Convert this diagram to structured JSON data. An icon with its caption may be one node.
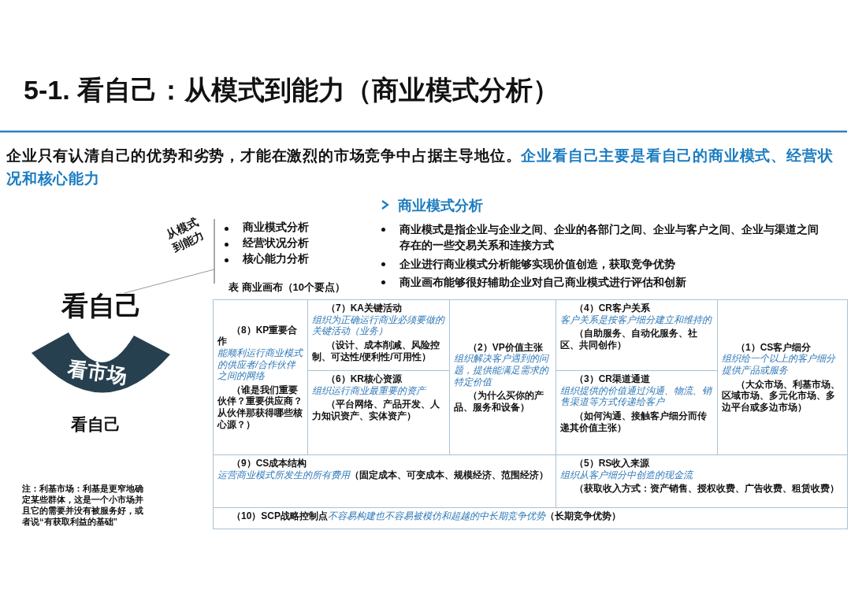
{
  "diagram": {
    "title": "5-1. 看自己：从模式到能力（商业模式分析）",
    "nodes": [
      {
        "text": [
          "表 商业画布（10个要点）"
        ]
      },
      {
        "text": [
          "（8）KP重要合作",
          "能顺利运行商业模式的供应者/合作伙伴之间的网络",
          "（谁是我们重要伙伴？重要供应商？从伙伴那获得哪些核心源？）"
        ],
        "in": 0
      },
      {
        "text": [
          "（7）KA关键活动",
          "组织为正确运行商业必须要做的关键活动（业务）",
          "（设计、成本削减、风险控制、可达性/便利性/可用性）"
        ],
        "in": 0
      },
      {
        "text": [
          "（6）KR核心资源",
          "组织运行商业最重要的资产",
          "（平台网络、产品开发、人力知识资产、实体资产）"
        ],
        "in": 0
      },
      {
        "text": [
          "（2）VP价值主张",
          "组织解决客户遇到的问题，提供能满足需求的特定价值",
          "（为什么买你的产品、服务和设备）"
        ],
        "in": 0
      },
      {
        "text": [
          "（4）CR客户关系",
          "客户关系是按客户细分建立和维持的",
          "（自助服务、自动化服务、社区、共同创作）"
        ],
        "in": 0
      },
      {
        "text": [
          "（3）CR渠道通道",
          "组织提供的价值通过沟通、物流、销售渠道等方式传递给客户",
          "（如何沟通、接触客户细分而传递其价值主张）"
        ],
        "in": 0
      },
      {
        "text": [
          "（1）CS客户细分",
          "组织给一个以上的客户细分提供产品或服务",
          "（大众市场、利基市场、区域市场、多元化市场、多边平台或多边市场）"
        ],
        "in": 0
      },
      {
        "text": [
          "（9）CS成本结构",
          "运营商业模式所发生的所有费用",
          "（固定成本、可变成本、规模经济、范围经济）"
        ],
        "in": 0
      },
      {
        "text": [
          "（5）RS收入来源",
          "组织从客户细分中创造的现金流",
          "（获取收入方式：资产销售、授权收费、广告收费、租赁收费）"
        ],
        "in": 0
      },
      {
        "text": [
          "（10）SCP战略控制点",
          "不容易构建也不容易被模仿和超越的中长期竞争优势",
          "（长期竞争优势）"
        ],
        "in": 0
      },
      {
        "text": [
          "看市场"
        ]
      }
    ],
    "labels": [
      "企业只有认清自己的优势和劣势，才能在激烈的市场竞争中占据主导地位。",
      "企业看自己主要是看自己的商业模式、经营状况和核心能力",
      "从模式到能力",
      "商业模式分析",
      "经营状况分析",
      "核心能力分析",
      "商业模式分析",
      "商业模式是指企业与企业之间、企业的各部门之间、企业与客户之间、企业与渠道之间存在的一些交易关系和连接方式",
      "企业进行商业模式分析能够实现价值创造，获取竞争优势",
      "商业画布能够很好辅助企业对自己商业模式进行评估和创新",
      "看自己",
      "看自己",
      "注：利基市场：利基是更窄地确定某些群体，这是一个小市场并且它的需要并没有被服务好，或者说“有获取利益的基础”"
    ]
  }
}
